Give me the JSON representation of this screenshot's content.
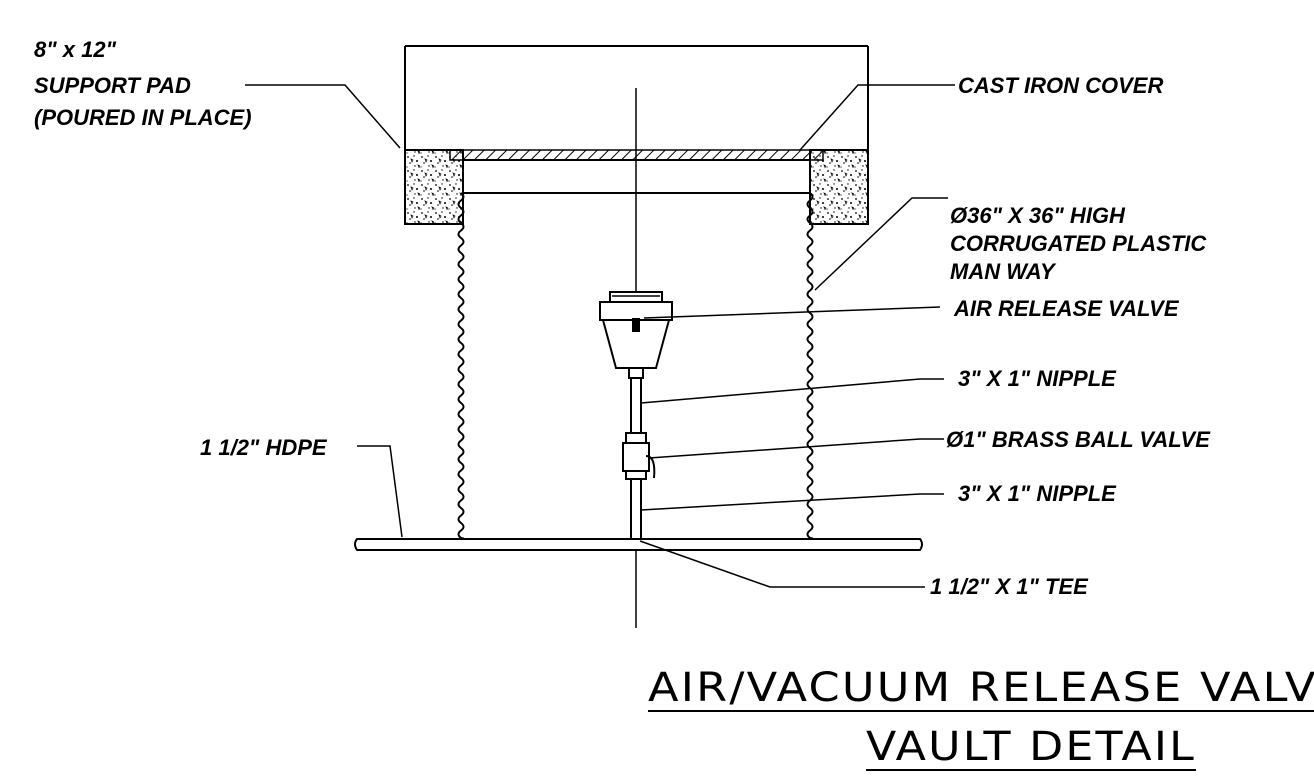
{
  "labels": {
    "support_pad_1": "8\" x  12\"",
    "support_pad_2": "SUPPORT PAD",
    "support_pad_3": "(POURED IN PLACE)",
    "cast_iron_cover": "CAST IRON COVER",
    "manway_1": "Ø36\" X  36\" HIGH",
    "manway_2": "CORRUGATED PLASTIC",
    "manway_3": "MAN WAY",
    "air_release_valve": "AIR RELEASE VALVE",
    "nipple_upper": "3\" X 1\" NIPPLE",
    "ball_valve": "Ø1\" BRASS BALL VALVE",
    "nipple_lower": "3\" X 1\" NIPPLE",
    "hdpe": "1 1/2\" HDPE",
    "tee": "1 1/2\" X 1\" TEE"
  },
  "title": {
    "line1": "AIR/VACUUM  RELEASE  VALVE",
    "line2": "VAULT  DETAIL"
  }
}
